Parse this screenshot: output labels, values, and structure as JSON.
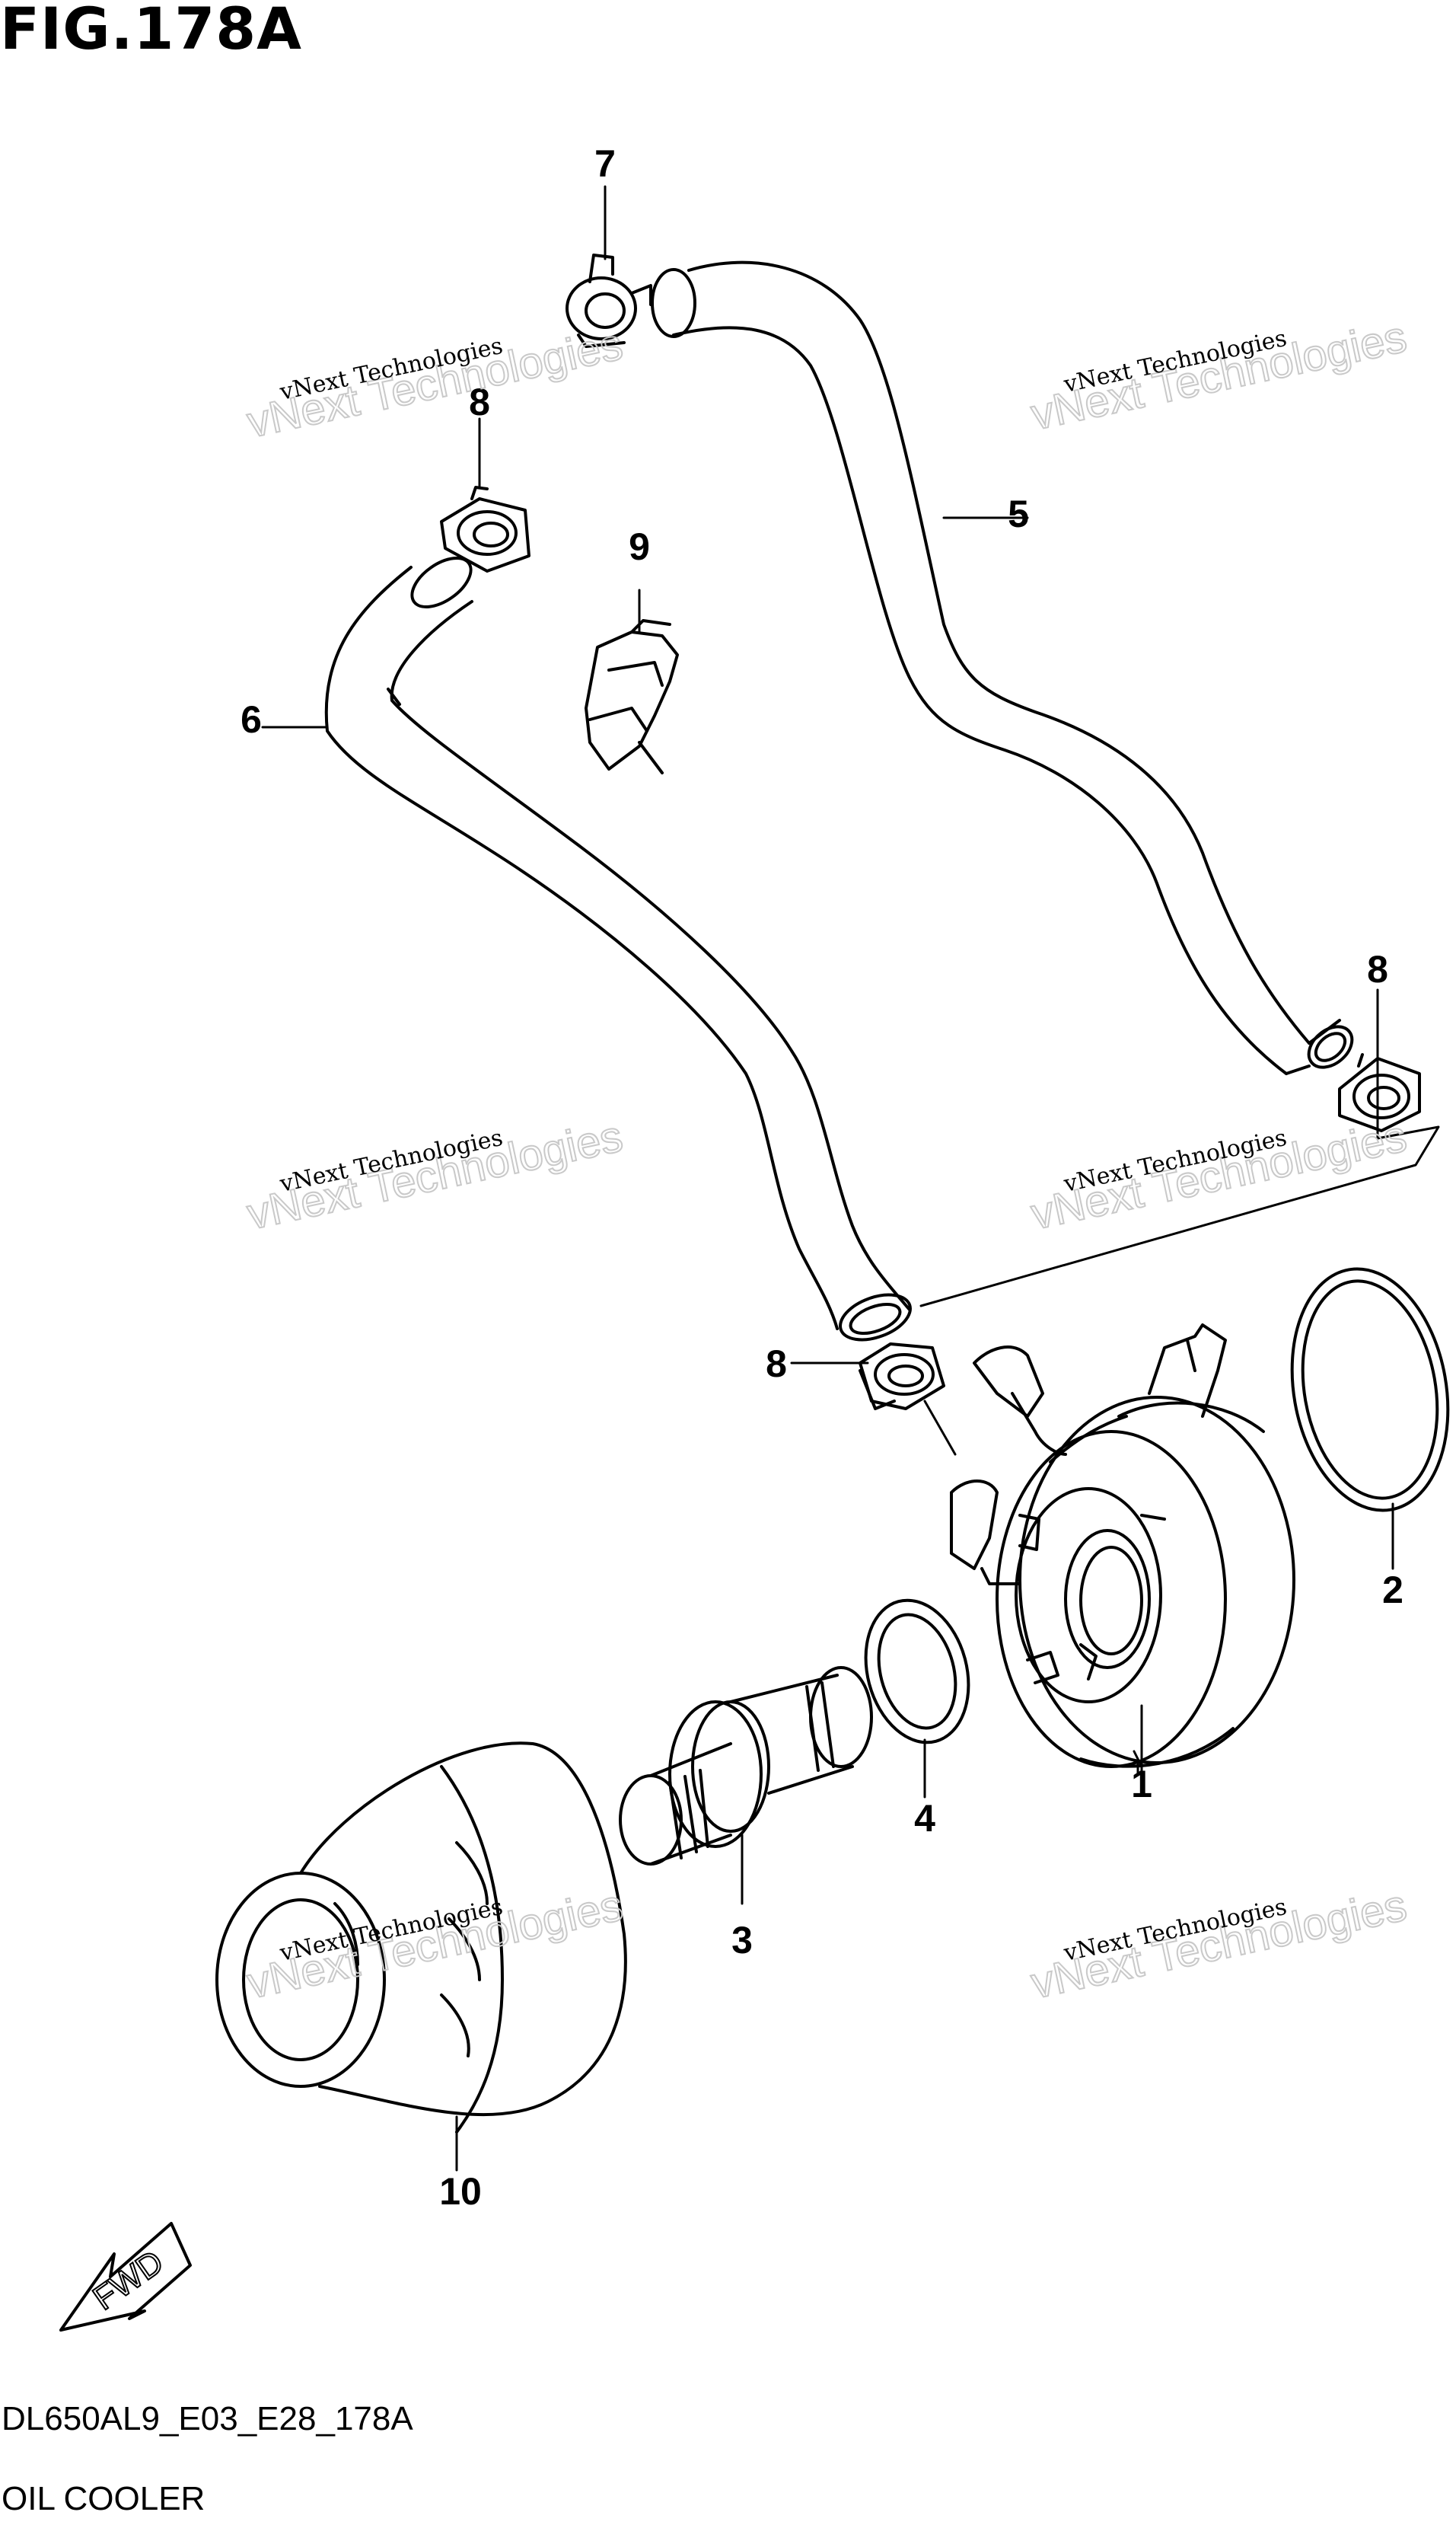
{
  "figure": {
    "title": "FIG.178A",
    "code": "DL650AL9_E03_E28_178A",
    "name": "OIL COOLER"
  },
  "callouts": [
    {
      "id": "p1",
      "label": "1"
    },
    {
      "id": "p2",
      "label": "2"
    },
    {
      "id": "p3",
      "label": "3"
    },
    {
      "id": "p4",
      "label": "4"
    },
    {
      "id": "p5",
      "label": "5"
    },
    {
      "id": "p6",
      "label": "6"
    },
    {
      "id": "p7",
      "label": "7"
    },
    {
      "id": "p8a",
      "label": "8"
    },
    {
      "id": "p8b",
      "label": "8"
    },
    {
      "id": "p8c",
      "label": "8"
    },
    {
      "id": "p9",
      "label": "9"
    },
    {
      "id": "p10",
      "label": "10"
    }
  ],
  "watermark": {
    "line1": "vNext Technologies",
    "line2": "vNext Technologies"
  },
  "direction_marker": {
    "label": "FWD"
  }
}
